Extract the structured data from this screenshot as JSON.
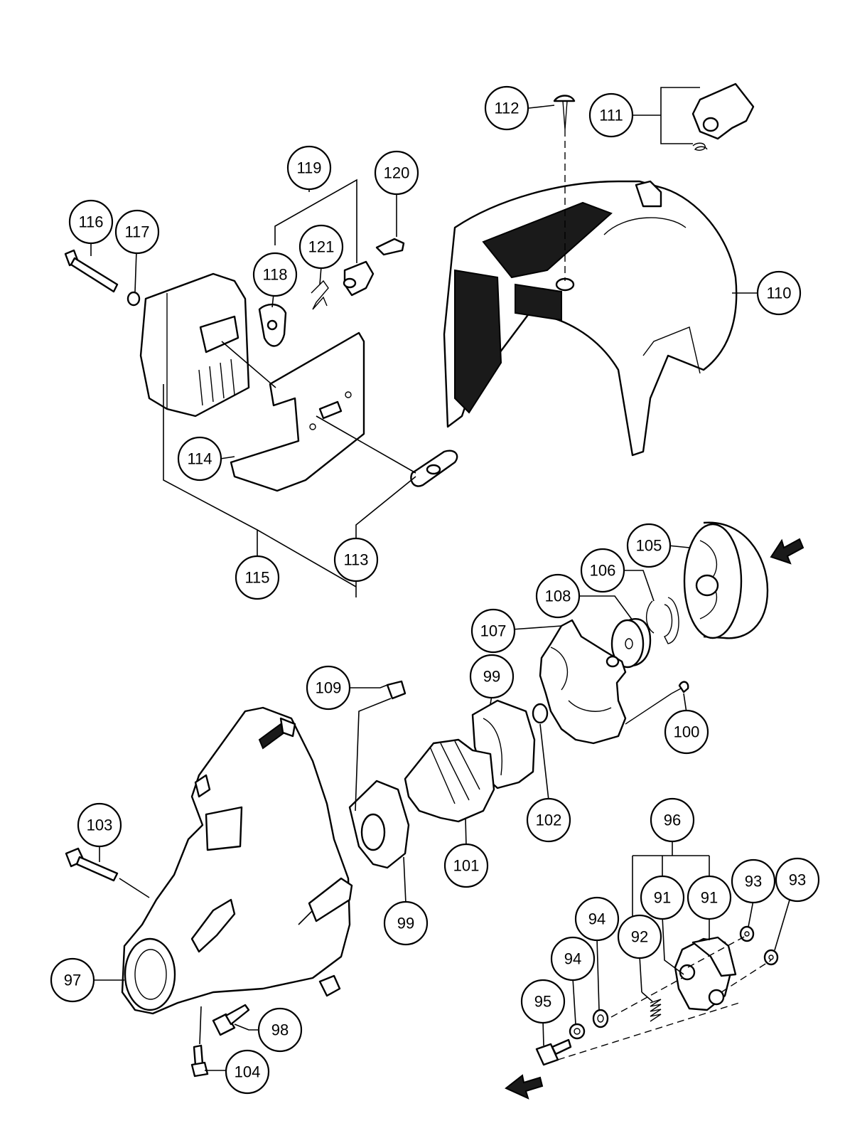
{
  "callouts": {
    "c112": "112",
    "c111": "111",
    "c119": "119",
    "c120": "120",
    "c116": "116",
    "c117": "117",
    "c121": "121",
    "c118": "118",
    "c110": "110",
    "c114": "114",
    "c113": "113",
    "c115": "115",
    "c105": "105",
    "c106": "106",
    "c108": "108",
    "c107": "107",
    "c109": "109",
    "c99a": "99",
    "c100": "100",
    "c102": "102",
    "c101": "101",
    "c99b": "99",
    "c103": "103",
    "c96": "96",
    "c91a": "91",
    "c91b": "91",
    "c93a": "93",
    "c93b": "93",
    "c94a": "94",
    "c92": "92",
    "c94b": "94",
    "c95": "95",
    "c97": "97",
    "c98": "98",
    "c104": "104"
  },
  "colors": {
    "line": "#000000",
    "background": "#ffffff"
  }
}
